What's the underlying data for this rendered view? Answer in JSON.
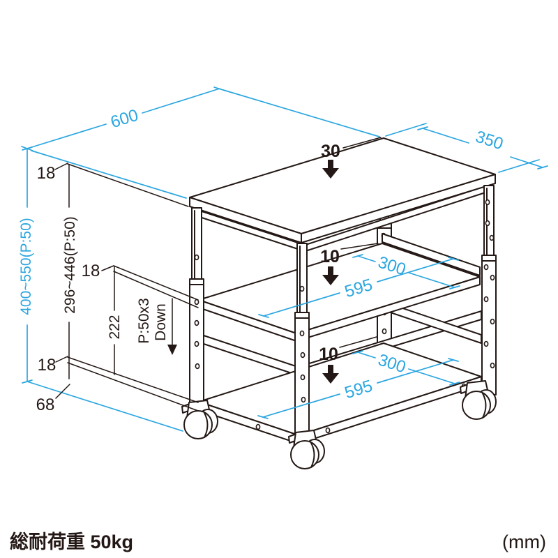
{
  "colors": {
    "dimension_blue": "#2BA6E0",
    "ink_black": "#231815",
    "background": "#FFFFFF"
  },
  "dims": {
    "top_width": "600",
    "top_depth": "350",
    "overall_height": "400~550(P:50)",
    "inner_height": "296~446(P:50)",
    "thickness_top": "18",
    "thickness_middle": "18",
    "thickness_bottom": "18",
    "caster_height": "68",
    "middle_span": "222",
    "pitch_line1": "P:50x3",
    "pitch_line2": "Down",
    "top_gap": "30",
    "middle_gap": "10",
    "bottom_gap": "10",
    "middle_shelf_depth": "300",
    "middle_shelf_width": "595",
    "bottom_shelf_depth": "300",
    "bottom_shelf_width": "595"
  },
  "footer": {
    "load_capacity": "総耐荷重 50kg",
    "unit": "(mm)"
  }
}
